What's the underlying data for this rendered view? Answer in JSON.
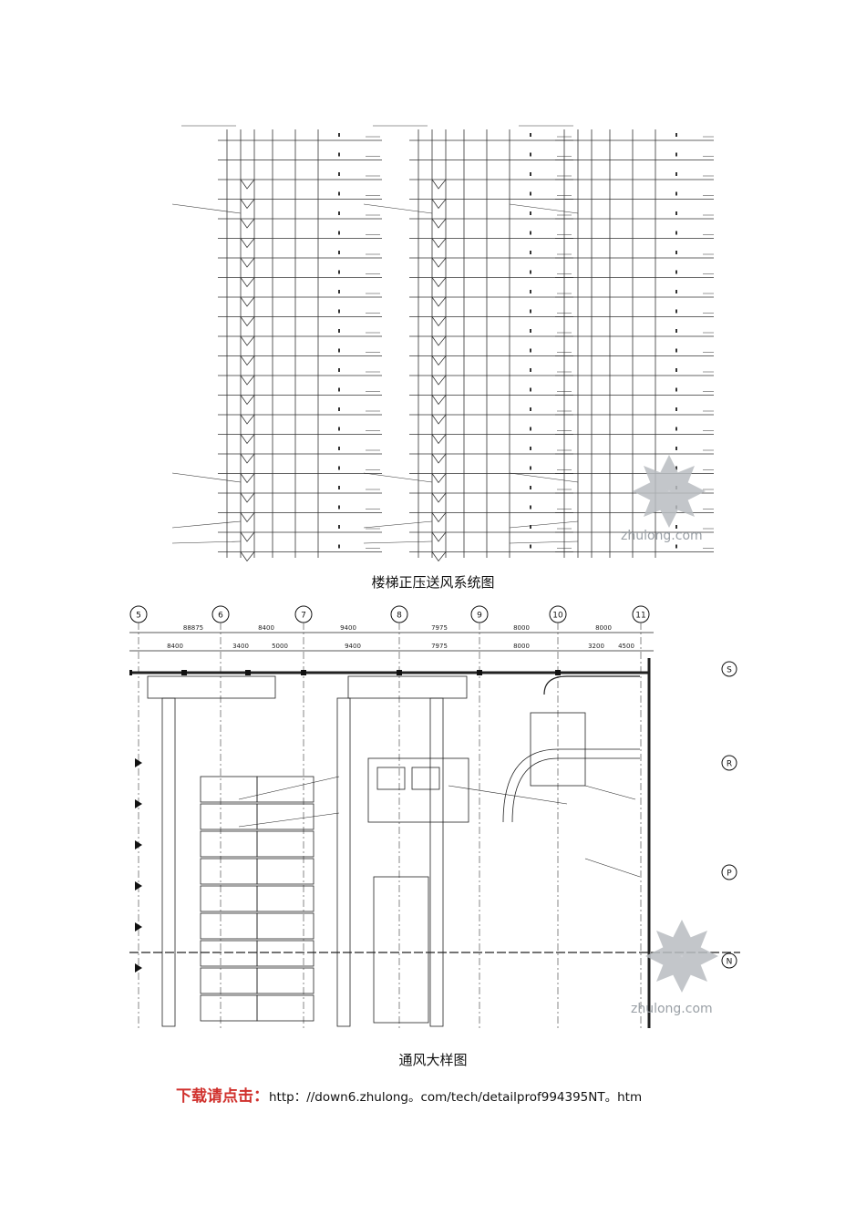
{
  "figures": [
    {
      "id": "stair-pressurization",
      "caption": "楼梯正压送风系统图",
      "watermark": "zhulong.com"
    },
    {
      "id": "ventilation-detail",
      "caption": "通风大样图",
      "watermark": "zhulong.com",
      "axis_labels": [
        "5",
        "6",
        "7",
        "8",
        "9",
        "10",
        "11"
      ],
      "row_labels": [
        "S",
        "R",
        "P",
        "N"
      ],
      "dims_top": [
        "88875",
        "8400",
        "9400",
        "7975",
        "8000",
        "8000"
      ],
      "dims_second": [
        "8400",
        "3400",
        "5000",
        "9400",
        "7975",
        "8000",
        "3200",
        "4500"
      ]
    }
  ],
  "download": {
    "label": "下载请点击：",
    "url": "http：//down6.zhulong。com/tech/detailprof994395NT。htm"
  },
  "colors": {
    "download_label": "#d0312d",
    "watermark": "#9aa0a6"
  }
}
